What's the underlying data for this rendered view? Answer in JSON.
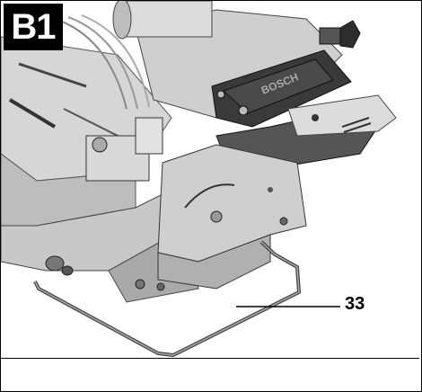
{
  "figure": {
    "badge_label": "B1",
    "brand_text": "BOSCH",
    "callouts": [
      {
        "label": "33"
      }
    ]
  }
}
